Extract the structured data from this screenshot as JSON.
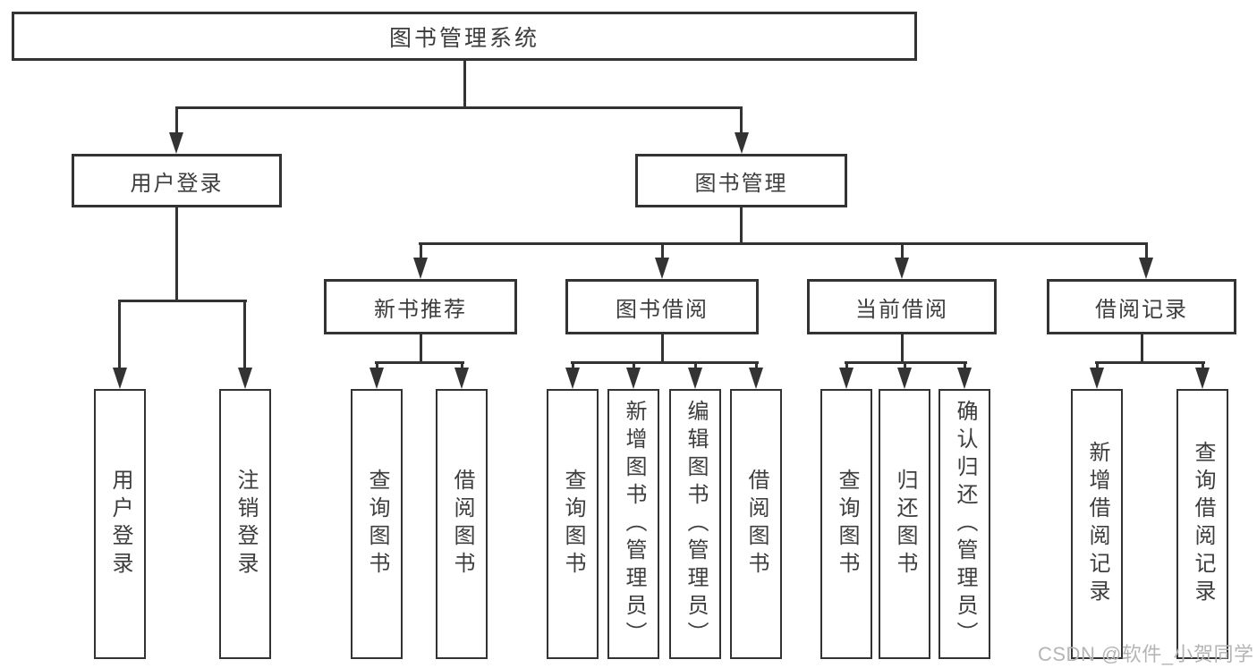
{
  "nodes": {
    "root": "图书管理系统",
    "level2": [
      "用户登录",
      "图书管理"
    ],
    "level3": [
      "新书推荐",
      "图书借阅",
      "当前借阅",
      "借阅记录"
    ],
    "leaves": [
      "用户登录",
      "注销登录",
      "查询图书",
      "借阅图书",
      "查询图书",
      "新增图书（管理员）",
      "编辑图书（管理员）",
      "借阅图书",
      "查询图书",
      "归还图书",
      "确认归还（管理员）",
      "新增借阅记录",
      "查询借阅记录"
    ]
  },
  "watermark": "CSDN @软件_小贺同学",
  "colors": {
    "line": "#333333",
    "text": "#3d3d3d",
    "watermark": "#b5b5b5",
    "background": "#ffffff"
  }
}
